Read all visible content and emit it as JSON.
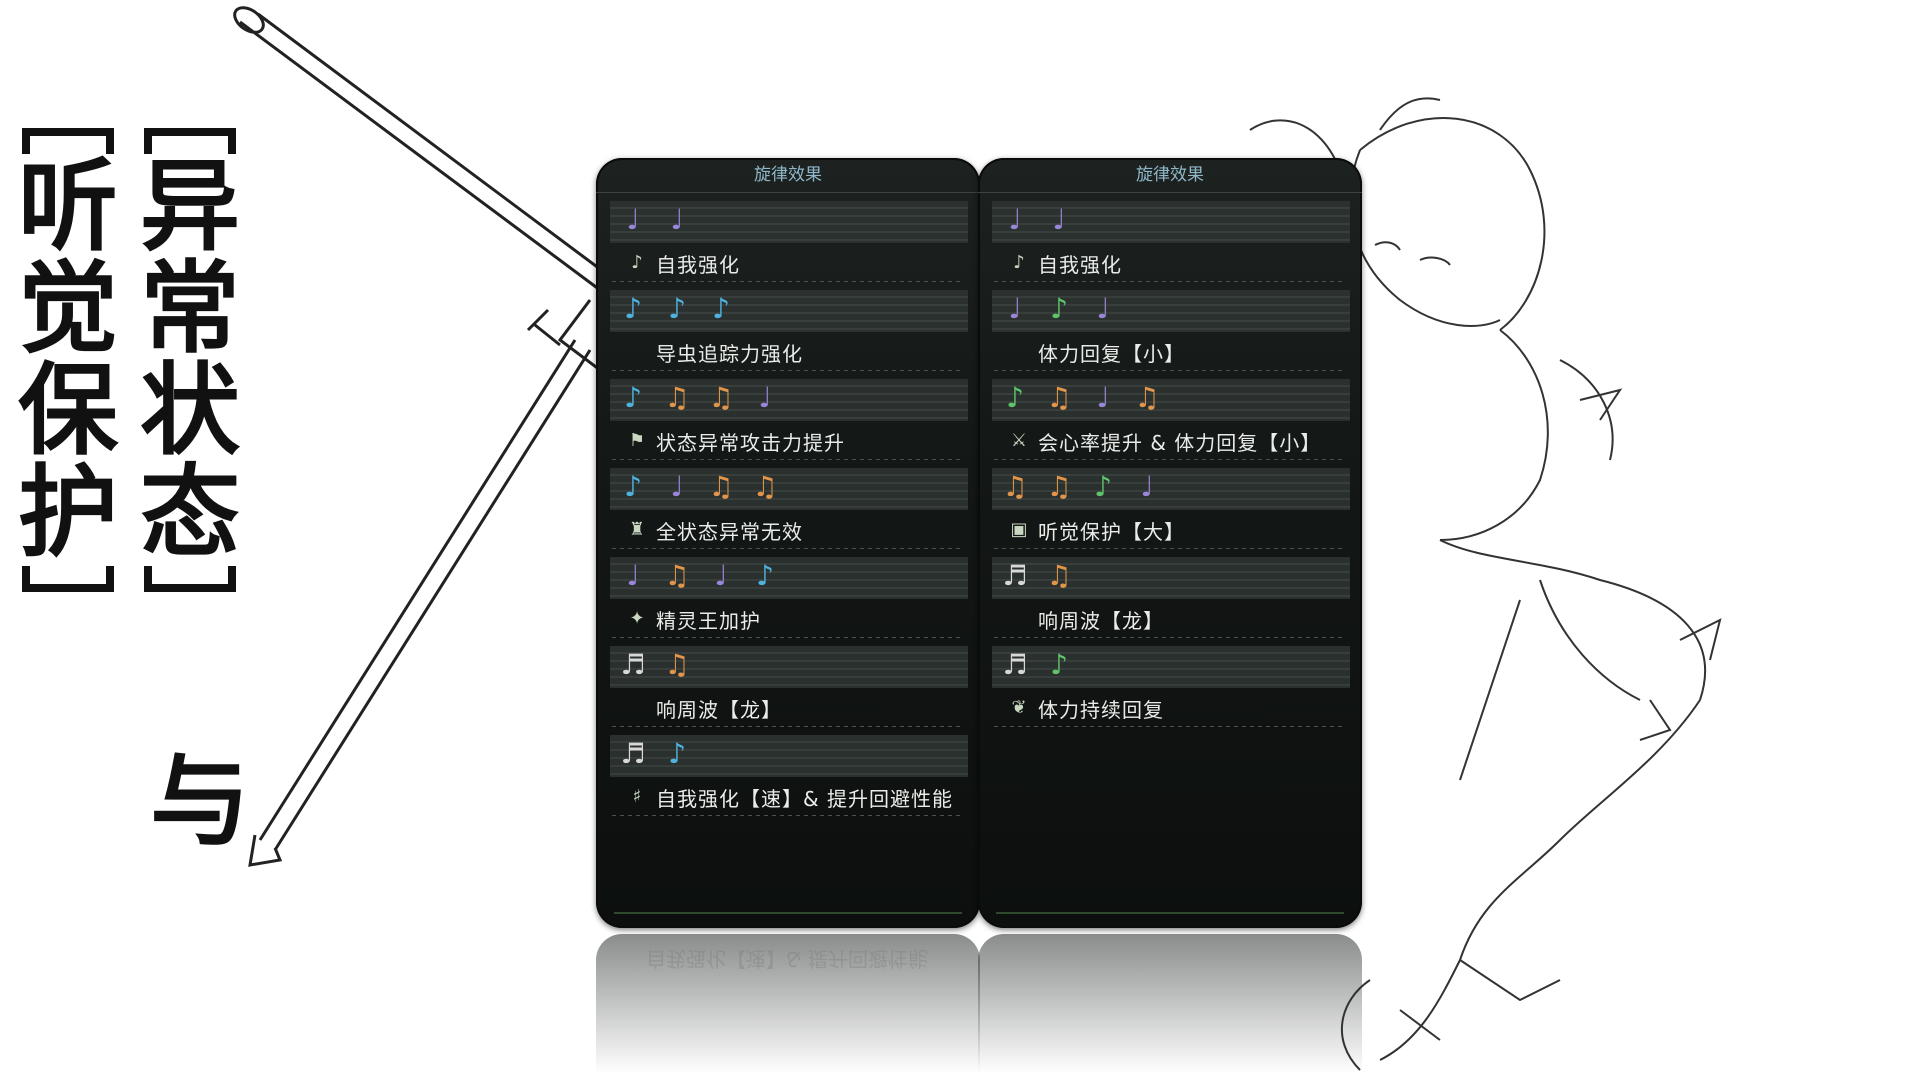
{
  "colors": {
    "purple": "#9a86d8",
    "blue": "#4fb3e0",
    "orange": "#e0954a",
    "green": "#5fc46a",
    "white": "#d8d8d8"
  },
  "title": {
    "col_right": [
      "【",
      "异",
      "常",
      "状",
      "态",
      "】"
    ],
    "col_left": [
      "【",
      "听",
      "觉",
      "保",
      "护",
      "】"
    ],
    "connector": "与"
  },
  "panels": [
    {
      "title": "旋律效果",
      "rows": [
        {
          "notes": [
            {
              "color": "purple",
              "glyph": "♩"
            },
            {
              "color": "purple",
              "glyph": "♩"
            }
          ],
          "icon": "note-icon",
          "icon_glyph": "♪",
          "label": "自我强化"
        },
        {
          "notes": [
            {
              "color": "blue",
              "glyph": "♪"
            },
            {
              "color": "blue",
              "glyph": "♪"
            },
            {
              "color": "blue",
              "glyph": "♪"
            }
          ],
          "icon": "",
          "icon_glyph": "",
          "label": "导虫追踪力强化"
        },
        {
          "notes": [
            {
              "color": "blue",
              "glyph": "♪"
            },
            {
              "color": "orange",
              "glyph": "♫"
            },
            {
              "color": "orange",
              "glyph": "♫"
            },
            {
              "color": "purple",
              "glyph": "♩"
            }
          ],
          "icon": "flag-icon",
          "icon_glyph": "⚑",
          "label": "状态异常攻击力提升"
        },
        {
          "notes": [
            {
              "color": "blue",
              "glyph": "♪"
            },
            {
              "color": "purple",
              "glyph": "♩"
            },
            {
              "color": "orange",
              "glyph": "♫"
            },
            {
              "color": "orange",
              "glyph": "♫"
            }
          ],
          "icon": "shield-icon",
          "icon_glyph": "♜",
          "label": "全状态异常无效"
        },
        {
          "notes": [
            {
              "color": "purple",
              "glyph": "♩"
            },
            {
              "color": "orange",
              "glyph": "♫"
            },
            {
              "color": "purple",
              "glyph": "♩"
            },
            {
              "color": "blue",
              "glyph": "♪"
            }
          ],
          "icon": "sparkle-icon",
          "icon_glyph": "✦",
          "label": "精灵王加护"
        },
        {
          "notes": [
            {
              "color": "white",
              "glyph": "♬"
            },
            {
              "color": "orange",
              "glyph": "♫"
            }
          ],
          "icon": "",
          "icon_glyph": "",
          "label": "响周波【龙】"
        },
        {
          "notes": [
            {
              "color": "white",
              "glyph": "♬"
            },
            {
              "color": "blue",
              "glyph": "♪"
            }
          ],
          "icon": "speed-icon",
          "icon_glyph": "♯",
          "label": "自我强化【速】& 提升回避性能"
        }
      ]
    },
    {
      "title": "旋律效果",
      "rows": [
        {
          "notes": [
            {
              "color": "purple",
              "glyph": "♩"
            },
            {
              "color": "purple",
              "glyph": "♩"
            }
          ],
          "icon": "note-icon",
          "icon_glyph": "♪",
          "label": "自我强化"
        },
        {
          "notes": [
            {
              "color": "purple",
              "glyph": "♩"
            },
            {
              "color": "green",
              "glyph": "♪"
            },
            {
              "color": "purple",
              "glyph": "♩"
            }
          ],
          "icon": "",
          "icon_glyph": "",
          "label": "体力回复【小】"
        },
        {
          "notes": [
            {
              "color": "green",
              "glyph": "♪"
            },
            {
              "color": "orange",
              "glyph": "♫"
            },
            {
              "color": "purple",
              "glyph": "♩"
            },
            {
              "color": "orange",
              "glyph": "♫"
            }
          ],
          "icon": "swords-icon",
          "icon_glyph": "⚔",
          "label": "会心率提升 & 体力回复【小】"
        },
        {
          "notes": [
            {
              "color": "orange",
              "glyph": "♫"
            },
            {
              "color": "orange",
              "glyph": "♫"
            },
            {
              "color": "green",
              "glyph": "♪"
            },
            {
              "color": "purple",
              "glyph": "♩"
            }
          ],
          "icon": "ear-shield-icon",
          "icon_glyph": "▣",
          "label": "听觉保护【大】"
        },
        {
          "notes": [
            {
              "color": "white",
              "glyph": "♬"
            },
            {
              "color": "orange",
              "glyph": "♫"
            }
          ],
          "icon": "",
          "icon_glyph": "",
          "label": "响周波【龙】"
        },
        {
          "notes": [
            {
              "color": "white",
              "glyph": "♬"
            },
            {
              "color": "green",
              "glyph": "♪"
            }
          ],
          "icon": "leaf-icon",
          "icon_glyph": "❦",
          "label": "体力持续回复"
        }
      ]
    }
  ],
  "reflection_text": "自我强化【速】& 提升回避性能"
}
